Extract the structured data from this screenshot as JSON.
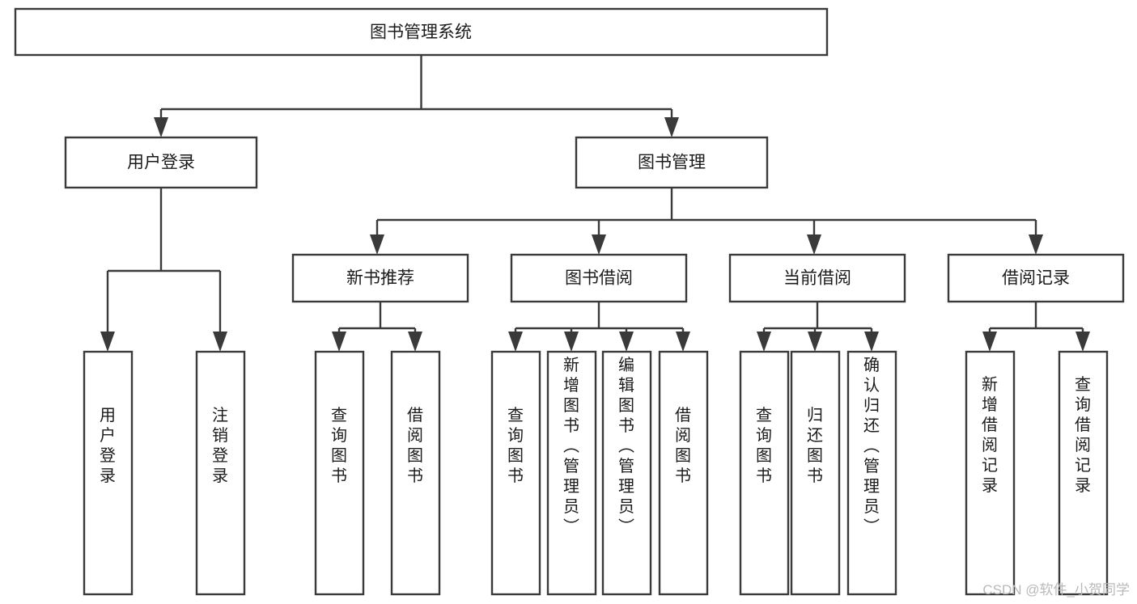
{
  "diagram": {
    "title": "图书管理系统",
    "type": "tree-hierarchy-chart",
    "root": {
      "label": "图书管理系统"
    },
    "level2": [
      {
        "label": "用户登录"
      },
      {
        "label": "图书管理"
      }
    ],
    "level3": [
      {
        "label": "新书推荐"
      },
      {
        "label": "图书借阅"
      },
      {
        "label": "当前借阅"
      },
      {
        "label": "借阅记录"
      }
    ],
    "leaves": {
      "user_login": [
        {
          "label": "用户登录"
        },
        {
          "label": "注销登录"
        }
      ],
      "new_book_recommend": [
        {
          "label": "查询图书"
        },
        {
          "label": "借阅图书"
        }
      ],
      "book_borrow": [
        {
          "label": "查询图书"
        },
        {
          "label": "新增图书（管理员）"
        },
        {
          "label": "编辑图书（管理员）"
        },
        {
          "label": "借阅图书"
        }
      ],
      "current_borrow": [
        {
          "label": "查询图书"
        },
        {
          "label": "归还图书"
        },
        {
          "label": "确认归还（管理员）"
        }
      ],
      "borrow_record": [
        {
          "label": "新增借阅记录"
        },
        {
          "label": "查询借阅记录"
        }
      ]
    }
  },
  "watermark": {
    "text": "CSDN @软件_小贺同学",
    "color": "#b9b9b9"
  },
  "colors": {
    "stroke": "#3a3a3a",
    "box_fill": "#ffffff",
    "text": "#1b1b1b",
    "background": "#ffffff"
  }
}
